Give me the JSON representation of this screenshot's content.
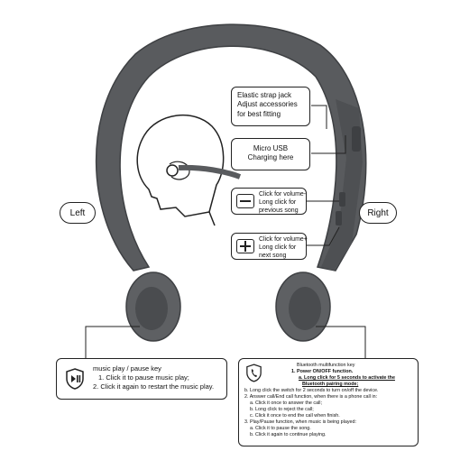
{
  "labels": {
    "left": "Left",
    "right": "Right"
  },
  "callouts": {
    "strap": {
      "lines": [
        "Elastic strap jack",
        "Adjust accessories",
        "for best fitting"
      ]
    },
    "usb": {
      "lines": [
        "Micro USB",
        "Charging here"
      ]
    },
    "minus": {
      "icon": "minus-icon",
      "lines": [
        "Click for volume-",
        "Long click for",
        "previous song"
      ]
    },
    "plus": {
      "icon": "plus-icon",
      "lines": [
        "Click for volume+",
        "Long click for",
        "next song"
      ]
    }
  },
  "music_key": {
    "icon": "play-pause-icon",
    "lines": [
      "music play / pause key",
      "1. Click it to  pause music play;",
      "2. Click it again to restart  the music play."
    ]
  },
  "bluetooth_key": {
    "icon": "phone-icon",
    "lines": [
      "Bluetooth multifunction key",
      "1. Power ON/OFF function.",
      "a. Long click for 5 seconds to activate the",
      "Bluetooth pairing mode;",
      "b. Long click the switch for 2 seconds to turn on/off the device.",
      "2. Answer call/End call function, when there is a phone call in:",
      "a. Click it once to answer the call;",
      "b. Long click to reject the call;",
      "c. Click it once to end the call when finish.",
      "3. Play/Pause function, when music is being played:",
      "a. Click it to pause the song.",
      "b. Click it again to continue playing."
    ]
  },
  "colors": {
    "headset": "#595b5e",
    "headset_dark": "#3e4043",
    "outline": "#222222"
  }
}
